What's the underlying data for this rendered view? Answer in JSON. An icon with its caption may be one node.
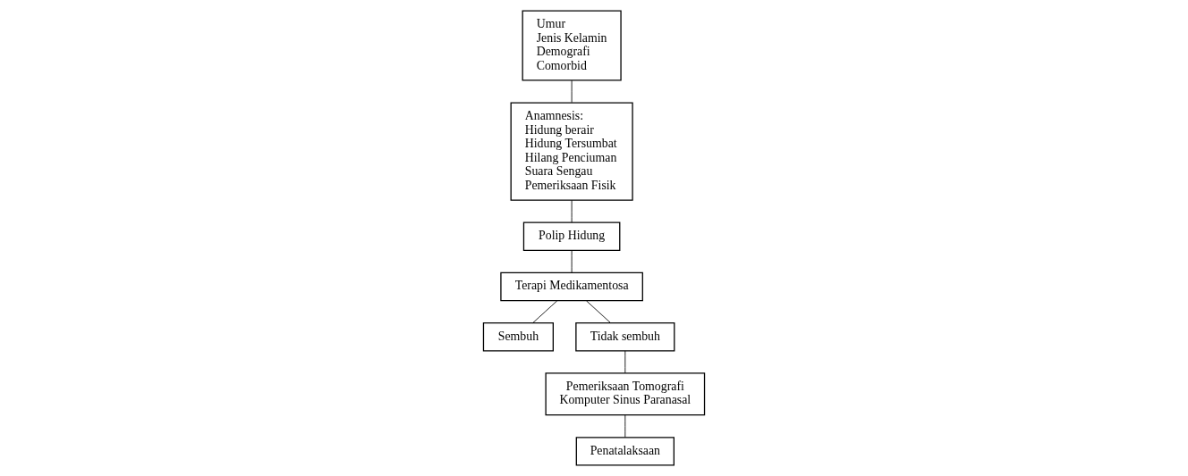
{
  "diagram": {
    "nodes": [
      {
        "text": [
          "Umur",
          "Jenis Kelamin",
          "Demografi",
          "Comorbid"
        ]
      },
      {
        "text": [
          "Anamnesis:",
          "Hidung berair",
          "Hidung Tersumbat",
          "Hilang Penciuman",
          "Suara Sengau",
          "Pemeriksaan Fisik"
        ]
      },
      {
        "text": [
          "Polip Hidung"
        ]
      },
      {
        "text": [
          "Terapi Medikamentosa"
        ]
      },
      {
        "text": [
          "Sembuh"
        ]
      },
      {
        "text": [
          "Tidak sembuh"
        ]
      },
      {
        "text": [
          "Pemeriksaan Tomografi Komputer Sinus Paranasal"
        ]
      },
      {
        "text": [
          "Penatalaksaan"
        ]
      }
    ],
    "edges": [
      {
        "from": 0,
        "to": 1,
        "arrow": "none"
      },
      {
        "from": 1,
        "to": 2,
        "arrow": "none"
      },
      {
        "from": 2,
        "to": 3,
        "arrow": "none"
      },
      {
        "from": 3,
        "to": 4,
        "arrow": "none"
      },
      {
        "from": 3,
        "to": 5,
        "arrow": "none"
      },
      {
        "from": 5,
        "to": 6,
        "arrow": "none"
      },
      {
        "from": 6,
        "to": 7,
        "arrow": "none"
      }
    ]
  }
}
